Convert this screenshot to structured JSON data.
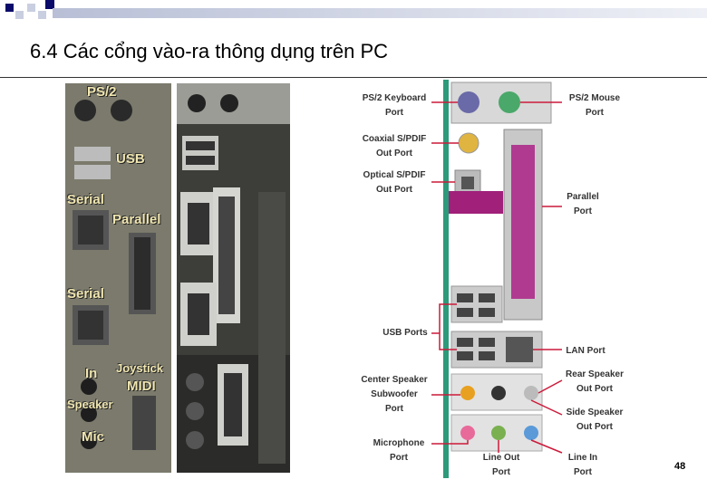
{
  "slide": {
    "title": "6.4 Các cổng vào-ra thông dụng trên PC",
    "page_number": "48"
  },
  "photo_labels": {
    "ps2": "PS/2",
    "usb": "USB",
    "serial_1": "Serial",
    "parallel": "Parallel",
    "serial_2": "Serial",
    "in": "In",
    "joystick": "Joystick",
    "midi": "MIDI",
    "speaker": "Speaker",
    "mic": "Mic"
  },
  "diagram_labels": {
    "ps2_keyboard": [
      "PS/2 Keyboard",
      "Port"
    ],
    "ps2_mouse": [
      "PS/2 Mouse",
      "Port"
    ],
    "coaxial_spdif": [
      "Coaxial S/PDIF",
      "Out Port"
    ],
    "optical_spdif": [
      "Optical S/PDIF",
      "Out Port"
    ],
    "parallel_port": [
      "Parallel",
      "Port"
    ],
    "usb_ports": [
      "USB Ports"
    ],
    "lan_port": [
      "LAN Port"
    ],
    "center_speaker": [
      "Center Speaker",
      "Subwoofer",
      "Port"
    ],
    "rear_speaker": [
      "Rear Speaker",
      "Out Port"
    ],
    "side_speaker": [
      "Side Speaker",
      "Out Port"
    ],
    "microphone": [
      "Microphone",
      "Port"
    ],
    "line_out": [
      "Line Out",
      "Port"
    ],
    "line_in": [
      "Line In",
      "Port"
    ]
  }
}
